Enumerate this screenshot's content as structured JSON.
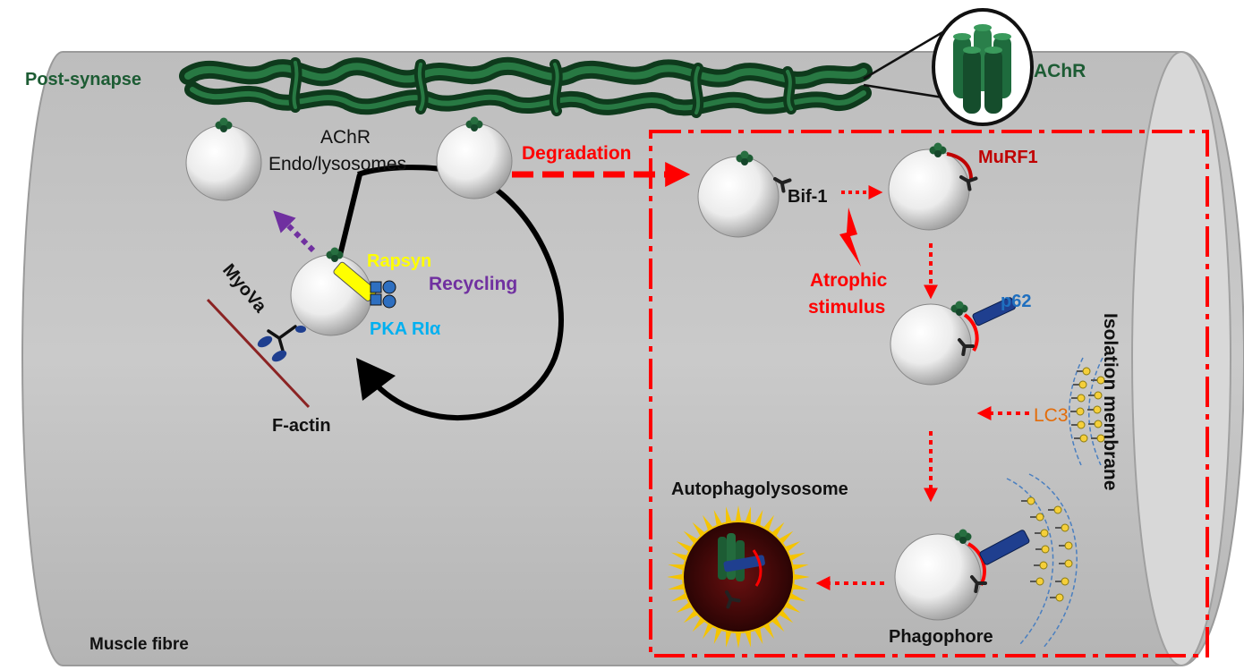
{
  "labels": {
    "post_synapse": "Post-synapse",
    "achr_zoom": "AChR",
    "achr_endo_line1": "AChR",
    "achr_endo_line2": "Endo/lysosomes",
    "degradation": "Degradation",
    "bif1": "Bif-1",
    "murf1": "MuRF1",
    "atrophic_line1": "Atrophic",
    "atrophic_line2": "stimulus",
    "rapsyn": "Rapsyn",
    "recycling": "Recycling",
    "pka": "PKA RIα",
    "myova": "MyoVa",
    "f_actin": "F-actin",
    "p62": "p62",
    "lc3": "LC3",
    "isolation_membrane": "Isolation membrane",
    "autophagolysosome": "Autophagolysosome",
    "phagophore": "Phagophore",
    "muscle_fibre": "Muscle fibre"
  },
  "colors": {
    "fibre": "#c4c4c4",
    "green": "#1d5c34",
    "red": "#ff0000",
    "purple": "#7030a0",
    "cyan": "#00b0f0",
    "yellow": "#ffff00",
    "dark_red": "#c00000",
    "orange": "#e36c09",
    "blue": "#1f3f8f"
  }
}
